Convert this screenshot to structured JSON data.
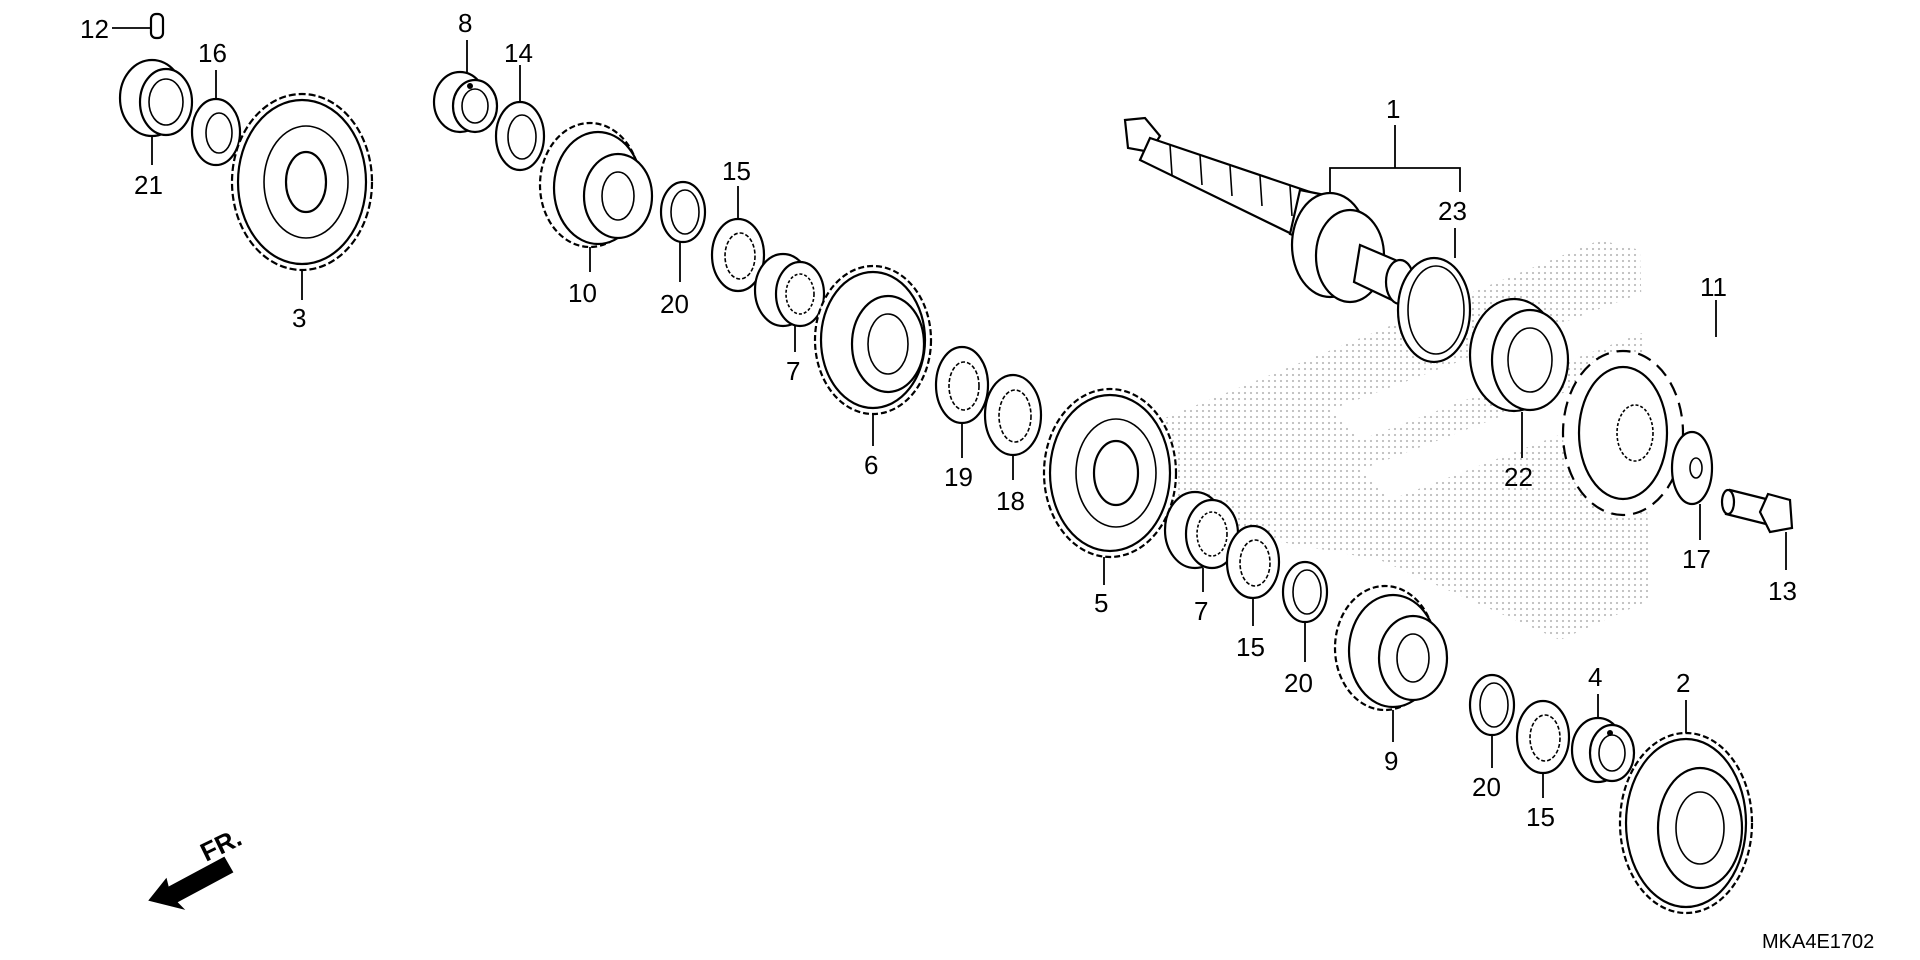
{
  "drawing_code": "MKA4E1702",
  "front_marker": "FR.",
  "callouts": {
    "c1": "1",
    "c2": "2",
    "c3": "3",
    "c4": "4",
    "c5": "5",
    "c6": "6",
    "c7a": "7",
    "c7b": "7",
    "c8": "8",
    "c9": "9",
    "c10": "10",
    "c11": "11",
    "c12": "12",
    "c13": "13",
    "c14": "14",
    "c15a": "15",
    "c15b": "15",
    "c15c": "15",
    "c16": "16",
    "c17": "17",
    "c18": "18",
    "c19": "19",
    "c20a": "20",
    "c20b": "20",
    "c20c": "20",
    "c21": "21",
    "c22": "22",
    "c23": "23"
  },
  "colors": {
    "line": "#000000",
    "background": "#ffffff",
    "watermark_dots": "#bfbfbf"
  }
}
